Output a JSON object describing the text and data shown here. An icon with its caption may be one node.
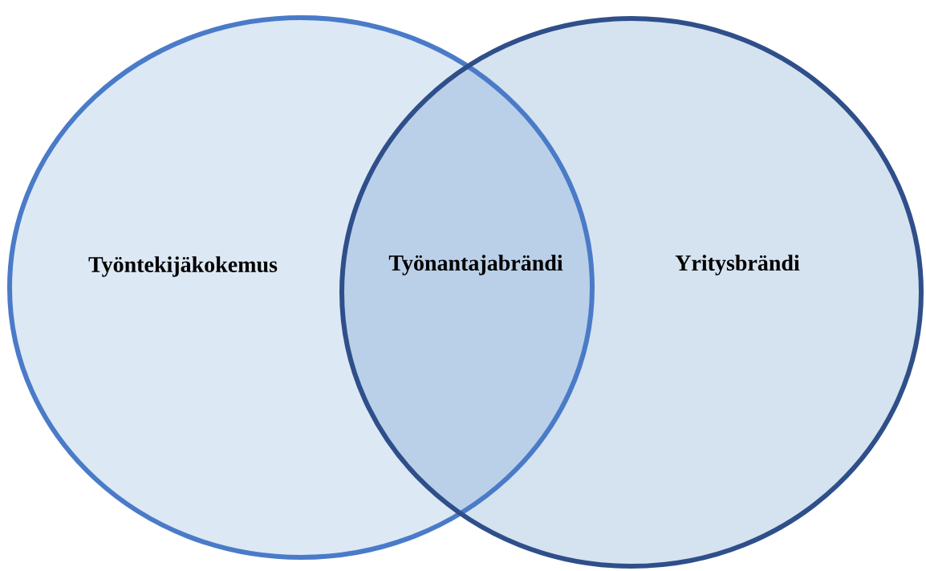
{
  "diagram": {
    "nodes": [
      {
        "text": [
          "Työntekijäkokemus"
        ]
      },
      {
        "text": [
          "Työnantajabrändi"
        ]
      },
      {
        "text": [
          "Yritysbrändi"
        ]
      }
    ]
  }
}
